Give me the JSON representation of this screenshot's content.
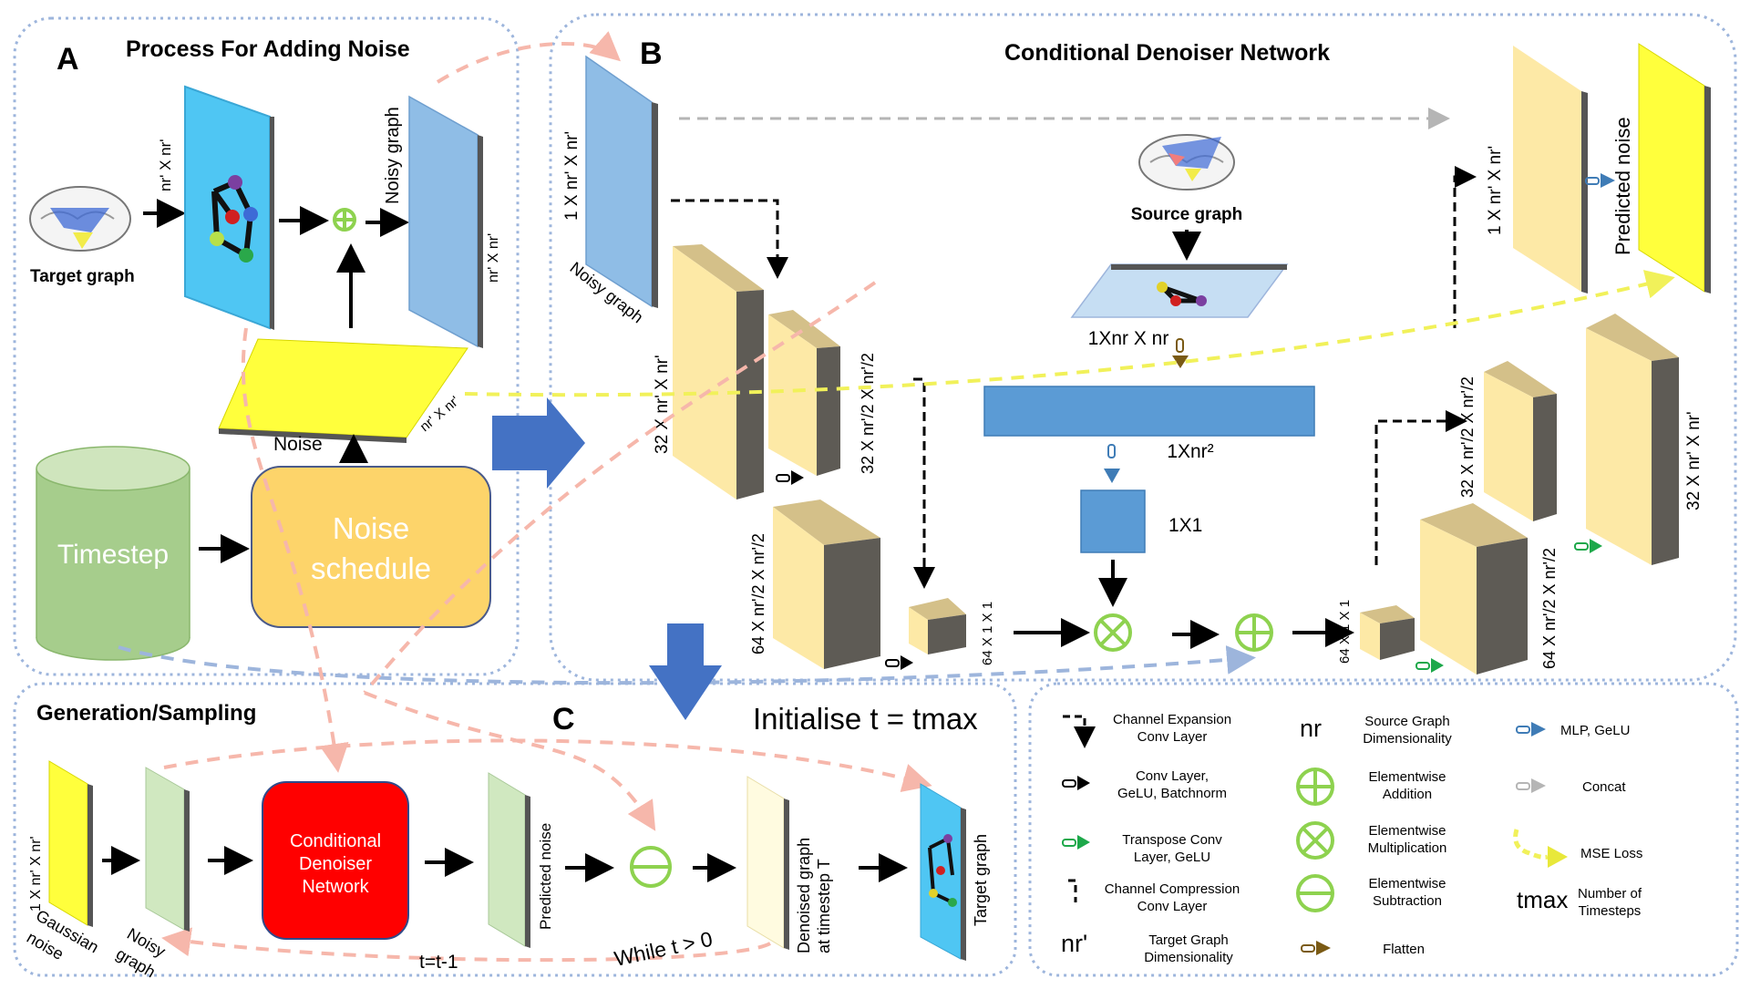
{
  "panel_a": {
    "letter": "A",
    "title": "Process For Adding Noise",
    "target_graph_label": "Target graph",
    "matrix_dim": "nr' X nr'",
    "noisy_graph_label": "Noisy graph",
    "noisy_dim": "nr' X nr'",
    "noise_label": "Noise",
    "noise_dim": "nr' X nr'",
    "timestep_label": "Timestep",
    "schedule_line1": "Noise",
    "schedule_line2": "schedule"
  },
  "panel_b": {
    "letter": "B",
    "title": "Conditional Denoiser Network",
    "input_dim": "1 X nr' X nr'",
    "input_label": "Noisy graph",
    "enc1_dim": "32 X nr' X nr'",
    "enc2_dim": "32 X nr'/2 X nr'/2",
    "enc3_dim": "64 X nr'/2 X nr'/2",
    "bottleneck_dim": "64 X 1 X 1",
    "source_graph_label": "Source graph",
    "source_dim": "1Xnr X nr",
    "flat_dim": "1Xnr²",
    "mlp_dim": "1X1",
    "dec0_dim": "64 X 1 X 1",
    "dec1_dim": "64 X nr'/2 X nr'/2",
    "dec2_dim": "32 X nr'/2 X nr'/2",
    "dec3_dim": "32 X nr' X nr'",
    "out_dim": "1 X nr' X nr'",
    "predicted_noise_label": "Predicted noise"
  },
  "panel_c": {
    "title": "Generation/Sampling",
    "letter": "C",
    "init_text": "Initialise t = tmax",
    "gaussian_dim": "1 X nr' X nr'",
    "gaussian_label_1": "Gaussian",
    "gaussian_label_2": "noise",
    "noisy_label_1": "Noisy",
    "noisy_label_2": "graph",
    "cdn_line1": "Conditional",
    "cdn_line2": "Denoiser",
    "cdn_line3": "Network",
    "pred_noise_label": "Predicted noise",
    "denoised_line1": "Denoised graph",
    "denoised_line2": "at timestep T",
    "target_label": "Target graph",
    "decrement": "t=t-1",
    "loop": "While t > 0"
  },
  "legend": {
    "channel_expansion": [
      "Channel Expansion",
      "Conv Layer"
    ],
    "conv_layer": [
      "Conv Layer,",
      "GeLU, Batchnorm"
    ],
    "transpose_conv": [
      "Transpose Conv",
      "Layer, GeLU"
    ],
    "channel_compression": [
      "Channel Compression",
      "Conv Layer"
    ],
    "target_dim_symbol": "nr'",
    "target_dim": [
      "Target Graph",
      "Dimensionality"
    ],
    "source_dim_symbol": "nr",
    "source_dim": [
      "Source Graph",
      "Dimensionality"
    ],
    "addition": [
      "Elementwise",
      "Addition"
    ],
    "multiplication": [
      "Elementwise",
      "Multiplication"
    ],
    "subtraction": [
      "Elementwise",
      "Subtraction"
    ],
    "flatten": "Flatten",
    "mlp": "MLP, GeLU",
    "concat": "Concat",
    "mse": "MSE Loss",
    "tmax_symbol": "tmax",
    "timesteps": [
      "Number of",
      "Timesteps"
    ]
  },
  "colors": {
    "panel_border": "#9db5dc",
    "cyan_matrix": "#4fc6f3",
    "light_blue_matrix": "#8fbde6",
    "yellow": "#ffff3c",
    "tan": "#fde9a6",
    "tan_top": "#d4c089",
    "dark_side": "#5e5b55",
    "timestep_green": "#a6cd8c",
    "schedule_orange": "#fdd46a",
    "flat_blue": "#5b9bd5",
    "red_cdn": "#ff0000",
    "op_green": "#8ed24f",
    "pale_green": "#d0e8c0",
    "pale_cream": "#fffbe0",
    "pink_dash": "#f6b7ab",
    "yellow_dash": "#f1f15a",
    "skip_gray": "#b5b5b5"
  }
}
